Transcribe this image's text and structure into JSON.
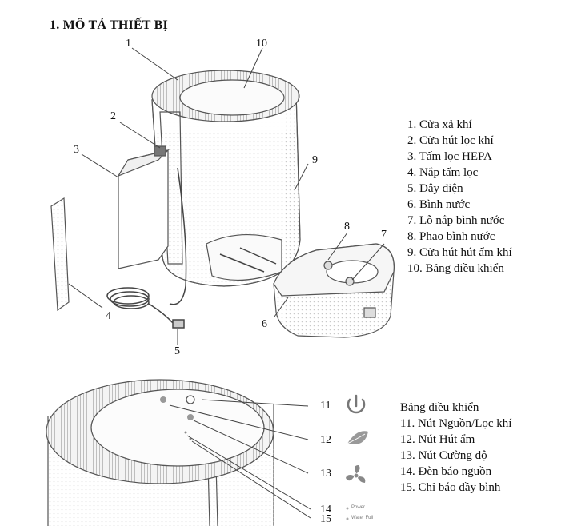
{
  "heading": "1. MÔ TẢ THIẾT BỊ",
  "parts": [
    "1.  Cửa xả khí",
    "2.  Cửa hút lọc khí",
    "3.  Tấm lọc HEPA",
    "4.  Nắp tấm lọc",
    "5.  Dây điện",
    "6.  Bình nước",
    "7.  Lỗ nắp bình nước",
    "8.  Phao bình nước",
    "9.  Cửa hút hút ẩm khí",
    "10. Bảng điều khiển"
  ],
  "panel": {
    "heading": "Bảng điều khiển",
    "items": [
      "11.  Nút Nguồn/Lọc khí",
      "12.  Nút Hút ẩm",
      "13.  Nút Cường độ",
      "14.  Đèn báo nguồn",
      "15.  Chỉ báo đầy bình"
    ]
  },
  "callouts": {
    "c1": "1",
    "c2": "2",
    "c3": "3",
    "c4": "4",
    "c5": "5",
    "c6": "6",
    "c7": "7",
    "c8": "8",
    "c9": "9",
    "c10": "10",
    "c11": "11",
    "c12": "12",
    "c13": "13",
    "c14": "14",
    "c15": "15"
  },
  "indicator_labels": {
    "power": "Power",
    "water_full": "Water Full"
  },
  "icons": [
    "power-icon",
    "droplet-leaf-icon",
    "fan-icon"
  ]
}
